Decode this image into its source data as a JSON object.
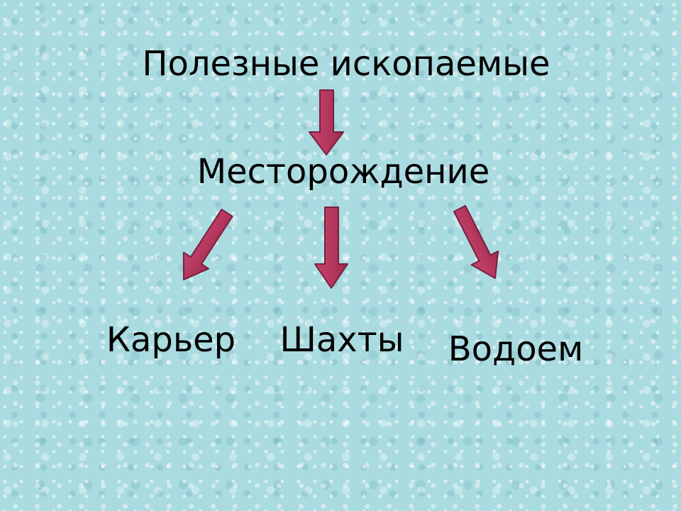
{
  "diagram": {
    "root": {
      "text": "Полезные ископаемые"
    },
    "middle": {
      "text": "Месторождение"
    },
    "leaves": [
      {
        "text": "Карьер"
      },
      {
        "text": "Шахты"
      },
      {
        "text": "Водоем"
      }
    ]
  },
  "colors": {
    "background": "#a9dbe0",
    "arrow_fill": "#b7385f",
    "arrow_stroke": "#7a1f3d",
    "text": "#000000"
  }
}
